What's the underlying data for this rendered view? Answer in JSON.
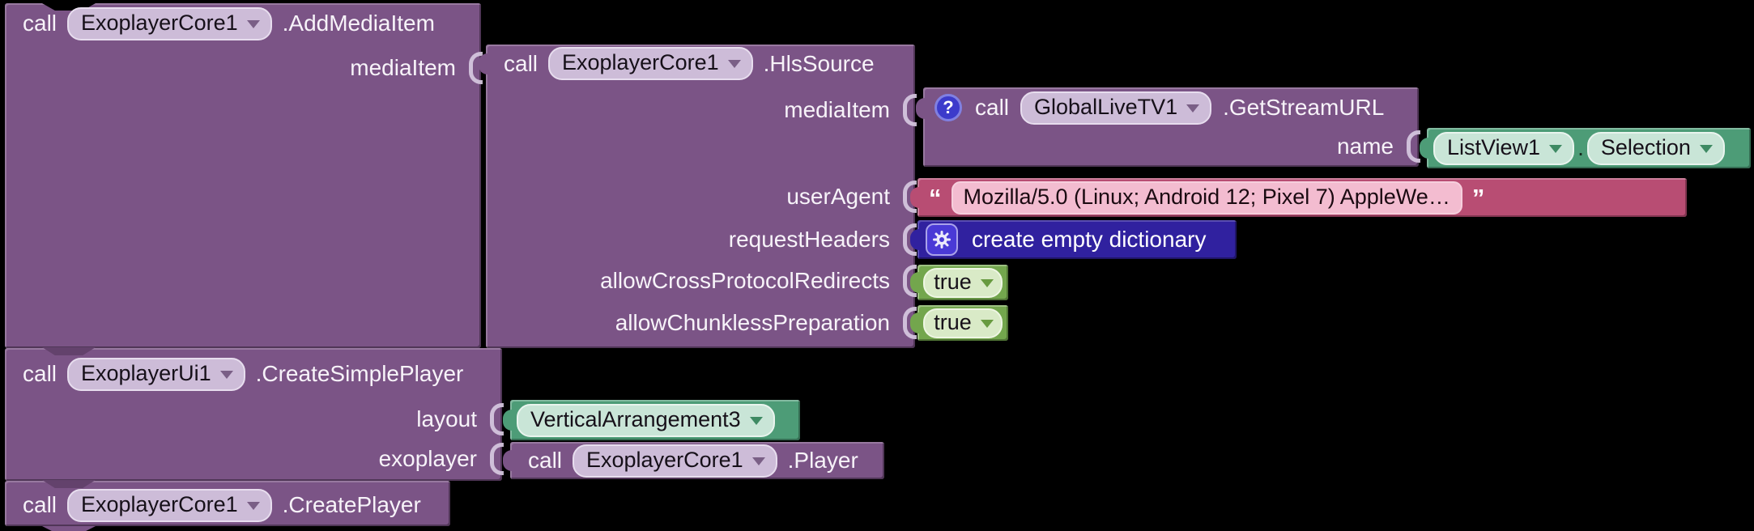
{
  "colors": {
    "workspace_bg": "#000000",
    "call_block": "#7b5486",
    "component_pill": "#cdbcd8",
    "component_block": "#4d9c77",
    "logic_block": "#73a64d",
    "text_block": "#b84d73",
    "dictionary_block": "#30219f",
    "help_icon_bg": "#3c3bcb"
  },
  "blocks": {
    "add_media_item": {
      "keyword": "call",
      "component": "ExoplayerCore1",
      "method": ".AddMediaItem",
      "params": {
        "media_item": "mediaItem"
      }
    },
    "hls_source": {
      "keyword": "call",
      "component": "ExoplayerCore1",
      "method": ".HlsSource",
      "params": {
        "media_item": "mediaItem",
        "user_agent": "userAgent",
        "request_headers": "requestHeaders",
        "allow_cross_protocol_redirects": "allowCrossProtocolRedirects",
        "allow_chunkless_preparation": "allowChunklessPreparation"
      }
    },
    "get_stream_url": {
      "keyword": "call",
      "component": "GlobalLiveTV1",
      "method": ".GetStreamURL",
      "help_icon": "?",
      "params": {
        "name": "name"
      }
    },
    "listview_selection": {
      "component": "ListView1",
      "separator": ".",
      "property": "Selection"
    },
    "user_agent_text": {
      "open_quote": "“",
      "value": "Mozilla/5.0 (Linux; Android 12; Pixel 7) AppleWe…",
      "close_quote": "”"
    },
    "create_empty_dictionary": {
      "label": "create empty dictionary"
    },
    "allow_cross_true": {
      "value": "true"
    },
    "allow_chunkless_true": {
      "value": "true"
    },
    "create_simple_player": {
      "keyword": "call",
      "component": "ExoplayerUi1",
      "method": ".CreateSimplePlayer",
      "params": {
        "layout": "layout",
        "exoplayer": "exoplayer"
      }
    },
    "vertical_arrangement": {
      "component": "VerticalArrangement3"
    },
    "player": {
      "keyword": "call",
      "component": "ExoplayerCore1",
      "method": ".Player"
    },
    "create_player": {
      "keyword": "call",
      "component": "ExoplayerCore1",
      "method": ".CreatePlayer"
    }
  }
}
